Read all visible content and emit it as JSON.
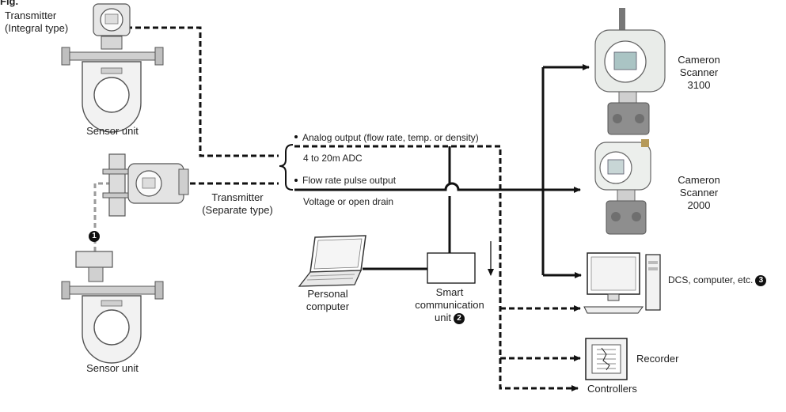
{
  "corner_label": "Fig.",
  "transmitter_integral": {
    "line1": "Transmitter",
    "line2": "(Integral type)"
  },
  "sensor_unit_top": "Sensor unit",
  "transmitter_separate": {
    "line1": "Transmitter",
    "line2": "(Separate type)"
  },
  "badge_1": "1",
  "sensor_unit_bottom": "Sensor unit",
  "output_block": {
    "analog_title": "Analog output (flow rate, temp. or density)",
    "analog_sub": "4 to 20m ADC",
    "pulse_title": "Flow rate pulse output",
    "pulse_sub": "Voltage or open drain"
  },
  "personal_computer": {
    "line1": "Personal",
    "line2": "computer"
  },
  "smart_comm": {
    "line1": "Smart",
    "line2": "communication",
    "line3": "unit",
    "badge": "2"
  },
  "scanner_3100": {
    "line1": "Cameron",
    "line2": "Scanner",
    "line3": "3100"
  },
  "scanner_2000": {
    "line1": "Cameron",
    "line2": "Scanner",
    "line3": "2000"
  },
  "dcs": {
    "label": "DCS, computer, etc.",
    "badge": "3"
  },
  "recorder": "Recorder",
  "controllers": "Controllers",
  "colors": {
    "line": "#111111",
    "grey_line": "#9a9a9a",
    "device_grey": "#d9d9d9",
    "scanner_body": "#e9ece9"
  }
}
